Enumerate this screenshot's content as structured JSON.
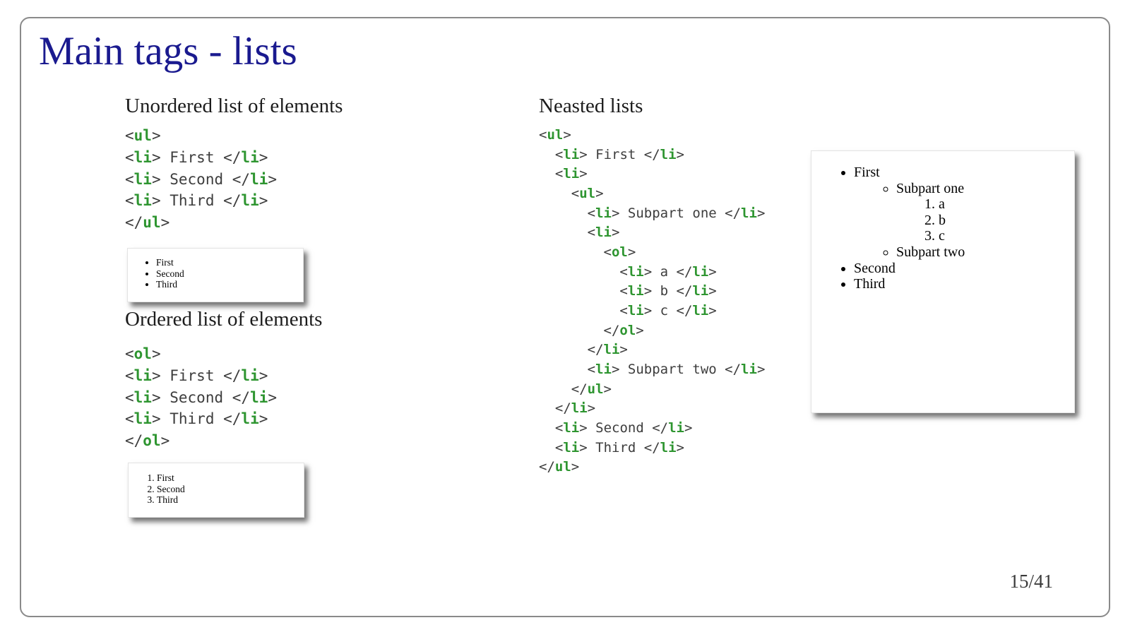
{
  "slide": {
    "title": "Main tags - lists",
    "page_number": "15/41",
    "colors": {
      "title": "#1a1a8f",
      "heading": "#1c1c1c",
      "tag": "#2e9530",
      "code_text": "#3d3d3d",
      "page_number": "#3a3a3a",
      "frame_border": "#8a8a8a"
    }
  },
  "sections": {
    "unordered": {
      "heading": "Unordered list of elements",
      "code": [
        "<ul>",
        "<li> First </li>",
        "<li> Second </li>",
        "<li> Third </li>",
        "</ul>"
      ],
      "preview": {
        "type": "ul",
        "style": "disc",
        "items": [
          "First",
          "Second",
          "Third"
        ]
      }
    },
    "ordered": {
      "heading": "Ordered list of elements",
      "code": [
        "<ol>",
        "<li> First </li>",
        "<li> Second </li>",
        "<li> Third </li>",
        "</ol>"
      ],
      "preview": {
        "type": "ol",
        "style": "decimal",
        "items": [
          "First",
          "Second",
          "Third"
        ]
      }
    },
    "nested": {
      "heading": "Neasted lists",
      "code": [
        "<ul>",
        "  <li> First </li>",
        "  <li>",
        "    <ul>",
        "      <li> Subpart one </li>",
        "      <li>",
        "        <ol>",
        "          <li> a </li>",
        "          <li> b </li>",
        "          <li> c </li>",
        "        </ol>",
        "      </li>",
        "      <li> Subpart two </li>",
        "    </ul>",
        "  </li>",
        "  <li> Second </li>",
        "  <li> Third </li>",
        "</ul>"
      ],
      "preview": {
        "type": "ul",
        "style": "disc",
        "items": [
          {
            "text": "First",
            "sub": {
              "type": "ul",
              "style": "circle",
              "items": [
                {
                  "text": "Subpart one",
                  "sub": {
                    "type": "ol",
                    "style": "decimal",
                    "items": [
                      {
                        "text": "a"
                      },
                      {
                        "text": "b"
                      },
                      {
                        "text": "c"
                      }
                    ]
                  }
                },
                {
                  "text": "Subpart two"
                }
              ]
            }
          },
          {
            "text": "Second"
          },
          {
            "text": "Third"
          }
        ]
      }
    }
  }
}
